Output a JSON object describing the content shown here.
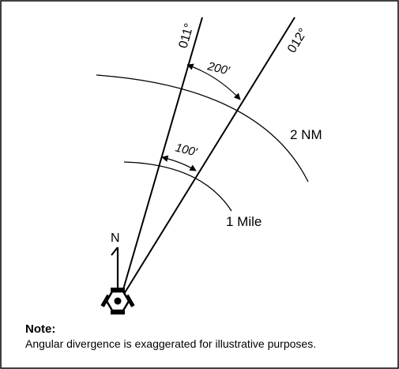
{
  "diagram": {
    "radial_labels": {
      "left": "011°",
      "right": "012°"
    },
    "separation_labels": {
      "outer": "200′",
      "inner": "100′"
    },
    "range_labels": {
      "outer": "2 NM",
      "inner": "1 Mile"
    },
    "north_label": "N",
    "icons": {
      "station": "vor-station-icon",
      "north": "north-arrow-icon"
    }
  },
  "note": {
    "title": "Note:",
    "body": "Angular divergence is exaggerated for illustrative purposes."
  },
  "colors": {
    "line": "#000000",
    "background": "#ffffff",
    "border": "#000000"
  }
}
